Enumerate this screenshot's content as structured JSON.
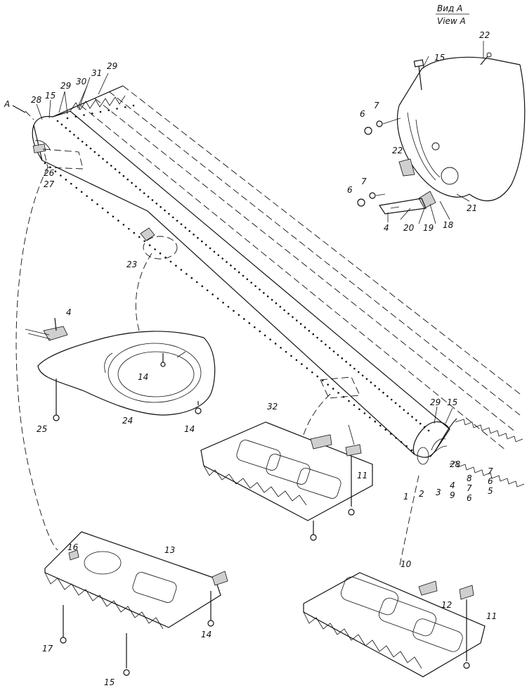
{
  "view_header": {
    "line1": "Вид А",
    "line2": "View A"
  },
  "direction_arrow": "A",
  "labels": {
    "callout_28_top": "28",
    "callout_15_top": "15",
    "callout_29_a": "29",
    "callout_30": "30",
    "callout_31": "31",
    "callout_29_b": "29",
    "callout_26": "26",
    "callout_27": "27",
    "callout_23": "23",
    "callout_22_a": "22",
    "callout_15_view": "15",
    "callout_6_a": "6",
    "callout_7_a": "7",
    "callout_22_b": "22",
    "callout_6_b": "6",
    "callout_7_b": "7",
    "callout_21": "21",
    "callout_4_view": "4",
    "callout_20": "20",
    "callout_19": "19",
    "callout_18": "18",
    "callout_4_plate": "4",
    "callout_14_a": "14",
    "callout_14_b": "14",
    "callout_25": "25",
    "callout_24": "24",
    "callout_32": "32",
    "callout_11_a": "11",
    "callout_29_c": "29",
    "callout_15_c": "15",
    "callout_7_c": "7",
    "callout_6_c": "6",
    "callout_5": "5",
    "callout_8": "8",
    "callout_7_d": "7",
    "callout_6_d": "6",
    "callout_28_b": "28",
    "callout_1": "1",
    "callout_2": "2",
    "callout_3": "3",
    "callout_4_tip": "4",
    "callout_9": "9",
    "callout_16": "16",
    "callout_13": "13",
    "callout_14_c": "14",
    "callout_17": "17",
    "callout_15_d": "15",
    "callout_10": "10",
    "callout_12": "12",
    "callout_11_b": "11"
  }
}
